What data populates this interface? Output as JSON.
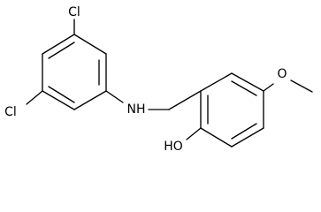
{
  "molecule": {
    "atoms": {
      "cl_top": "Cl",
      "cl_bottom": "Cl",
      "nh": "NH",
      "oh": "HO",
      "o_methoxy": "O"
    }
  },
  "colors": {
    "bond": "#000000",
    "text": "#000000",
    "background": "#ffffff"
  }
}
